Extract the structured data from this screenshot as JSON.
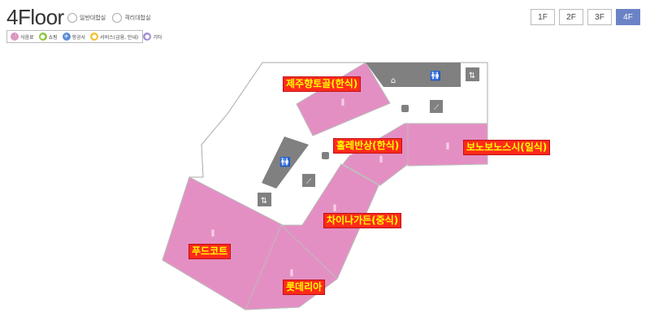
{
  "header": {
    "title": "4Floor",
    "radios": [
      {
        "label": "일반대합실"
      },
      {
        "label": "격리대합실"
      }
    ]
  },
  "legend": [
    {
      "icon": "fork-knife-icon",
      "glyph": "🍴",
      "label": "식음료",
      "color": "#e48fc3"
    },
    {
      "icon": "shopping-icon",
      "glyph": "●",
      "label": "쇼핑",
      "color": "#8cc63f"
    },
    {
      "icon": "airline-icon",
      "glyph": "✈",
      "label": "항공사",
      "color": "#5b8ed6"
    },
    {
      "icon": "service-icon",
      "glyph": "●",
      "label": "서비스(금융, 안내)",
      "color": "#f2c12e"
    },
    {
      "icon": "etc-icon",
      "glyph": "●",
      "label": "기타",
      "color": "#a48cd6"
    }
  ],
  "floors": [
    {
      "label": "1F",
      "active": false
    },
    {
      "label": "2F",
      "active": false
    },
    {
      "label": "3F",
      "active": false
    },
    {
      "label": "4F",
      "active": true
    }
  ],
  "stores": [
    {
      "name": "제주향토골(한식)"
    },
    {
      "name": "홀레반상(한식)"
    },
    {
      "name": "보노보노스시(일식)"
    },
    {
      "name": "차이나가든(중식)"
    },
    {
      "name": "푸드코트"
    },
    {
      "name": "롯데리아"
    }
  ],
  "colors": {
    "store": "#e48fc3",
    "facility": "#808080",
    "outline": "#aaaaaa",
    "label_bg": "#ff2a1a",
    "label_text": "#ffff00",
    "active_floor": "#6b83c6"
  }
}
